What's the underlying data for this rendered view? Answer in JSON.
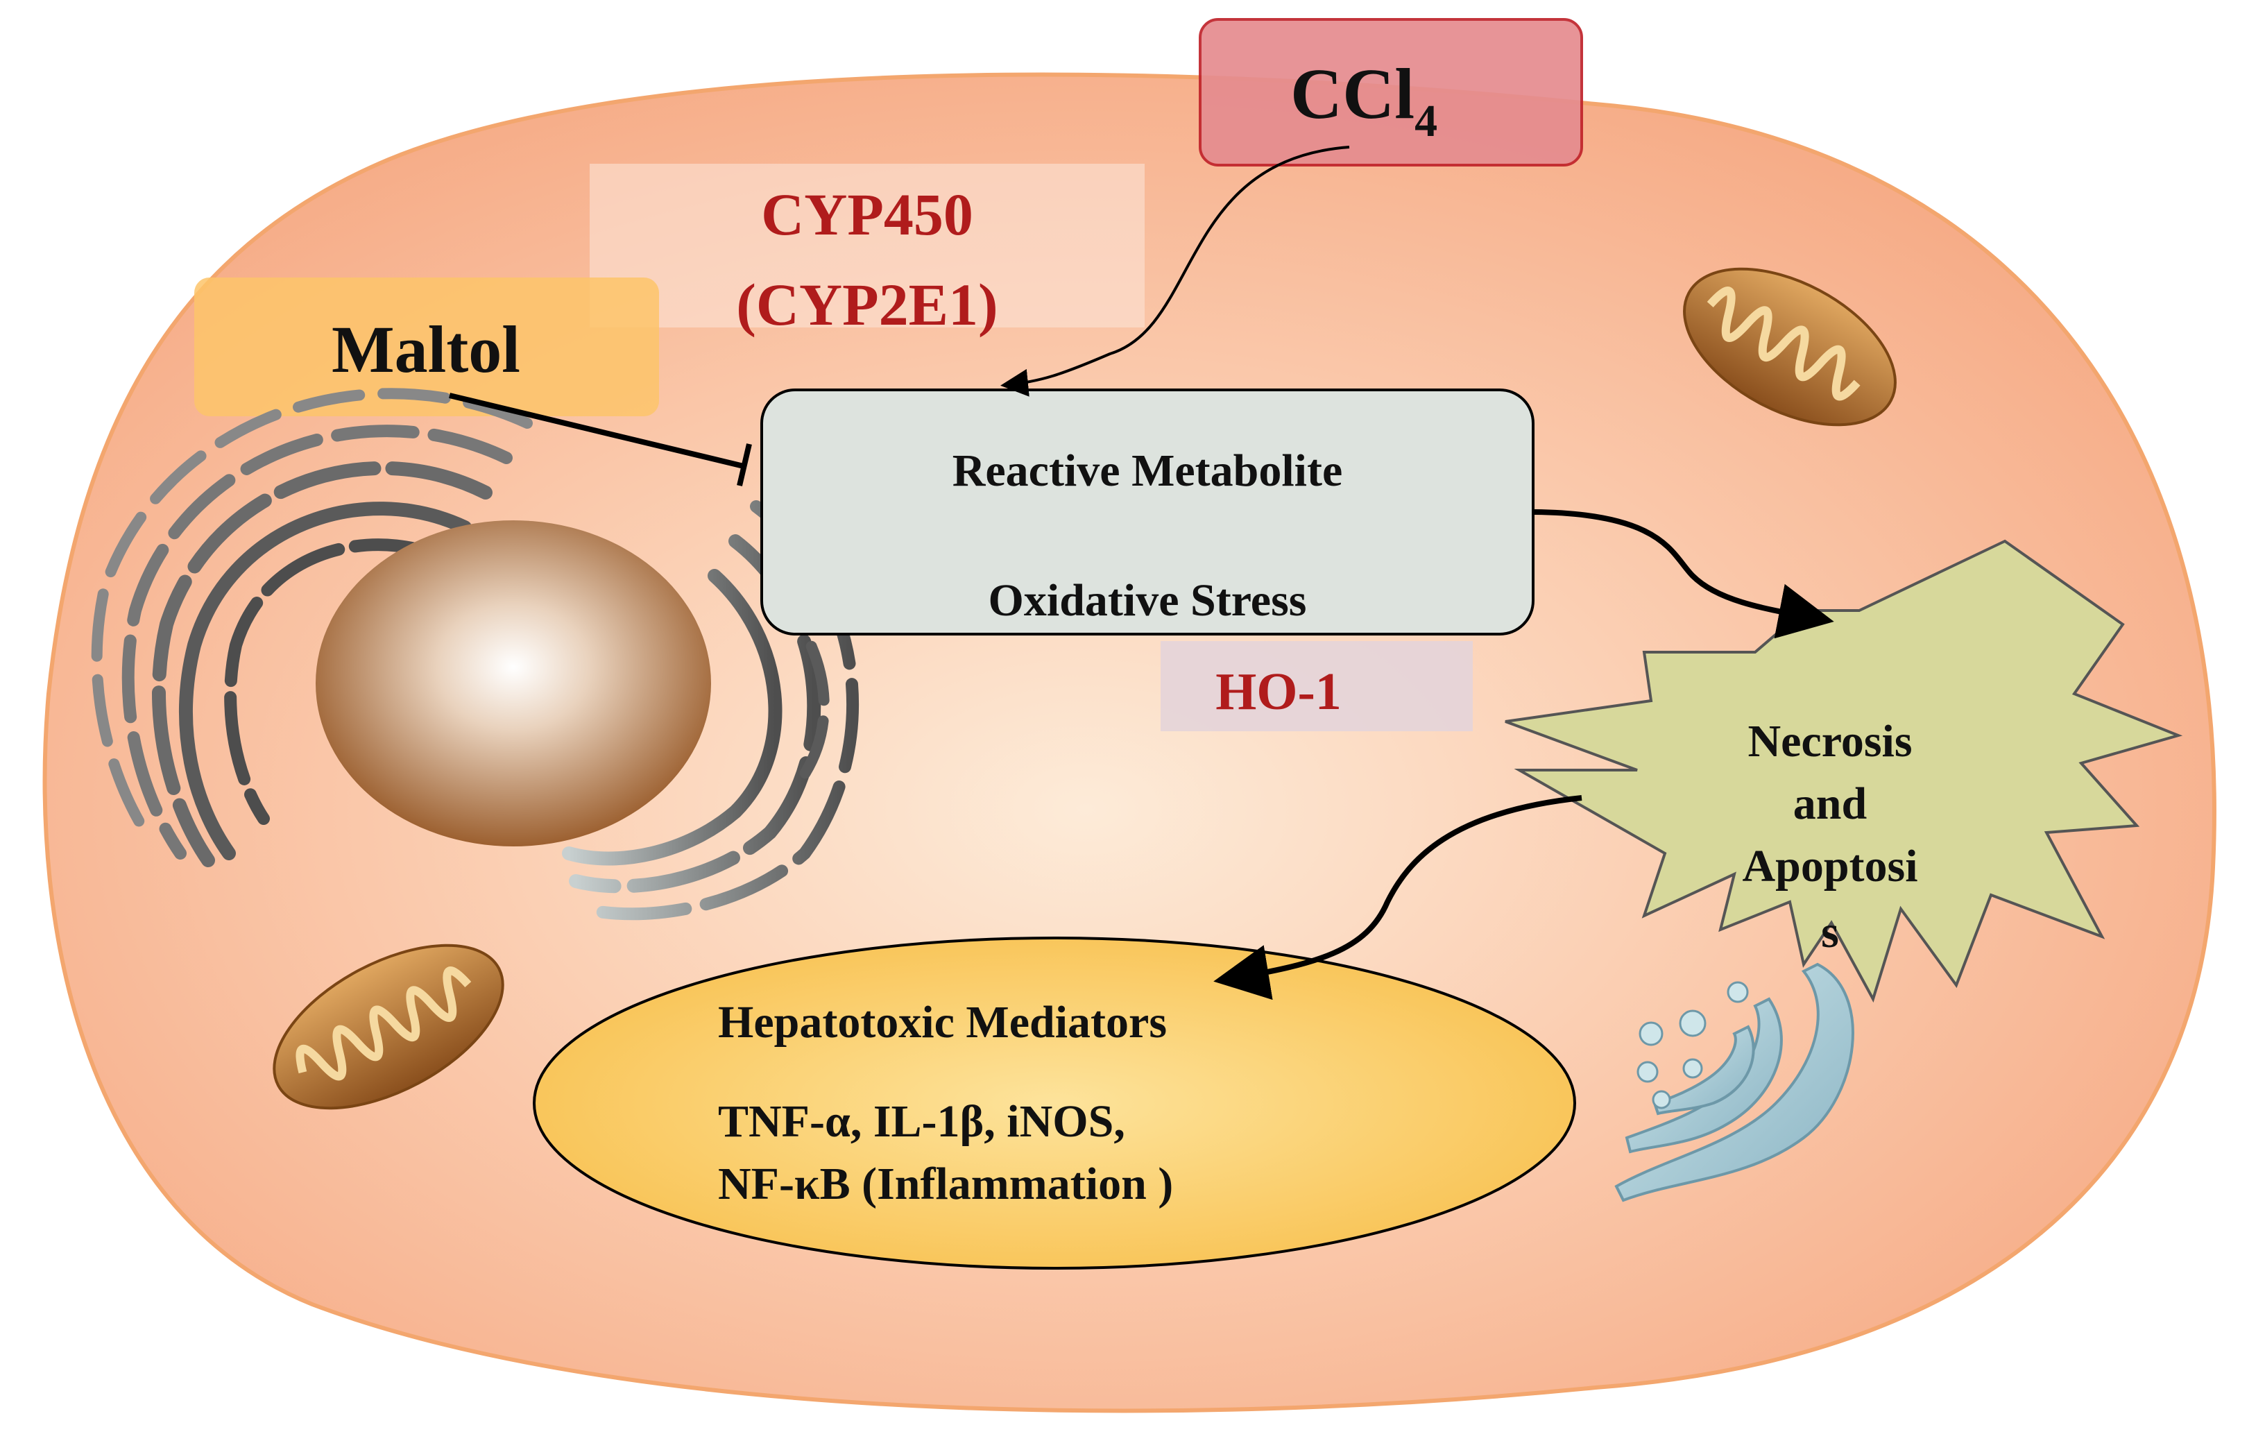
{
  "labels": {
    "ccl4_main": "CCl",
    "ccl4_sub": "4",
    "cyp450_line1": "CYP450",
    "cyp450_line2": "(CYP2E1)",
    "maltol": "Maltol",
    "reactive_metabolite": "Reactive Metabolite",
    "oxidative_stress": "Oxidative Stress",
    "ho1": "HO-1",
    "necrosis_line1": "Necrosis",
    "necrosis_line2": "and",
    "necrosis_line3": "Apoptosi",
    "necrosis_line4": "s",
    "hepatotoxic_title": "Hepatotoxic Mediators",
    "hepatotoxic_line1": "TNF-α, IL-1β, iNOS,",
    "hepatotoxic_line2": "NF-κB (Inflammation )"
  },
  "colors": {
    "cell_fill": "#f7b99a",
    "cell_stroke": "#f2a36a",
    "ccl4_box": "#e58c8f",
    "ccl4_border": "#c0232b",
    "cyp_text": "#b01c1c",
    "ho1_text": "#b01c1c",
    "maltol_box": "#fdc46a",
    "metabolite_box": "#dde3de",
    "necrosis_fill": "#d6d69a",
    "mediators_fill": "#fbcc63",
    "nucleus": "#a4683a",
    "mitochondria": "#b67833"
  }
}
